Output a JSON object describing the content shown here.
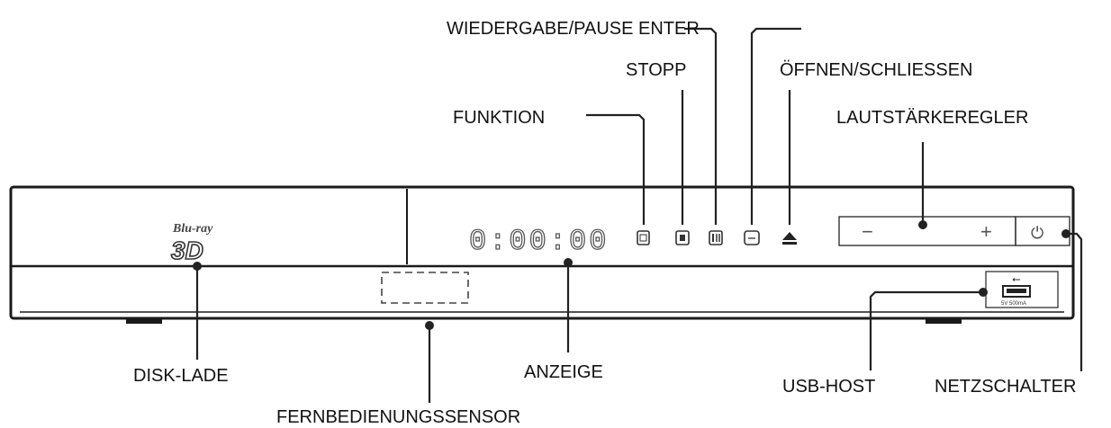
{
  "labels": {
    "wiedergabe": "WIEDERGABE/PAUSE ENTER",
    "stopp": "STOPP",
    "oeffnen": "ÖFFNEN/SCHLIESSEN",
    "funktion": "FUNKTION",
    "lautstaerke": "LAUTSTÄRKEREGLER",
    "disk_lade": "DISK-LADE",
    "anzeige": "ANZEIGE",
    "usb_host": "USB-HOST",
    "netzschalter": "NETZSCHALTER",
    "fernbedienung": "FERNBEDIENUNGSSENSOR"
  },
  "device": {
    "logo_line1": "Blu-ray",
    "logo_line2": "3D",
    "display": "0:00:00",
    "volume_minus": "−",
    "volume_plus": "+",
    "power_symbol": "⏻",
    "usb_symbol": "⭠",
    "usb_rating": "5V 500mA"
  }
}
